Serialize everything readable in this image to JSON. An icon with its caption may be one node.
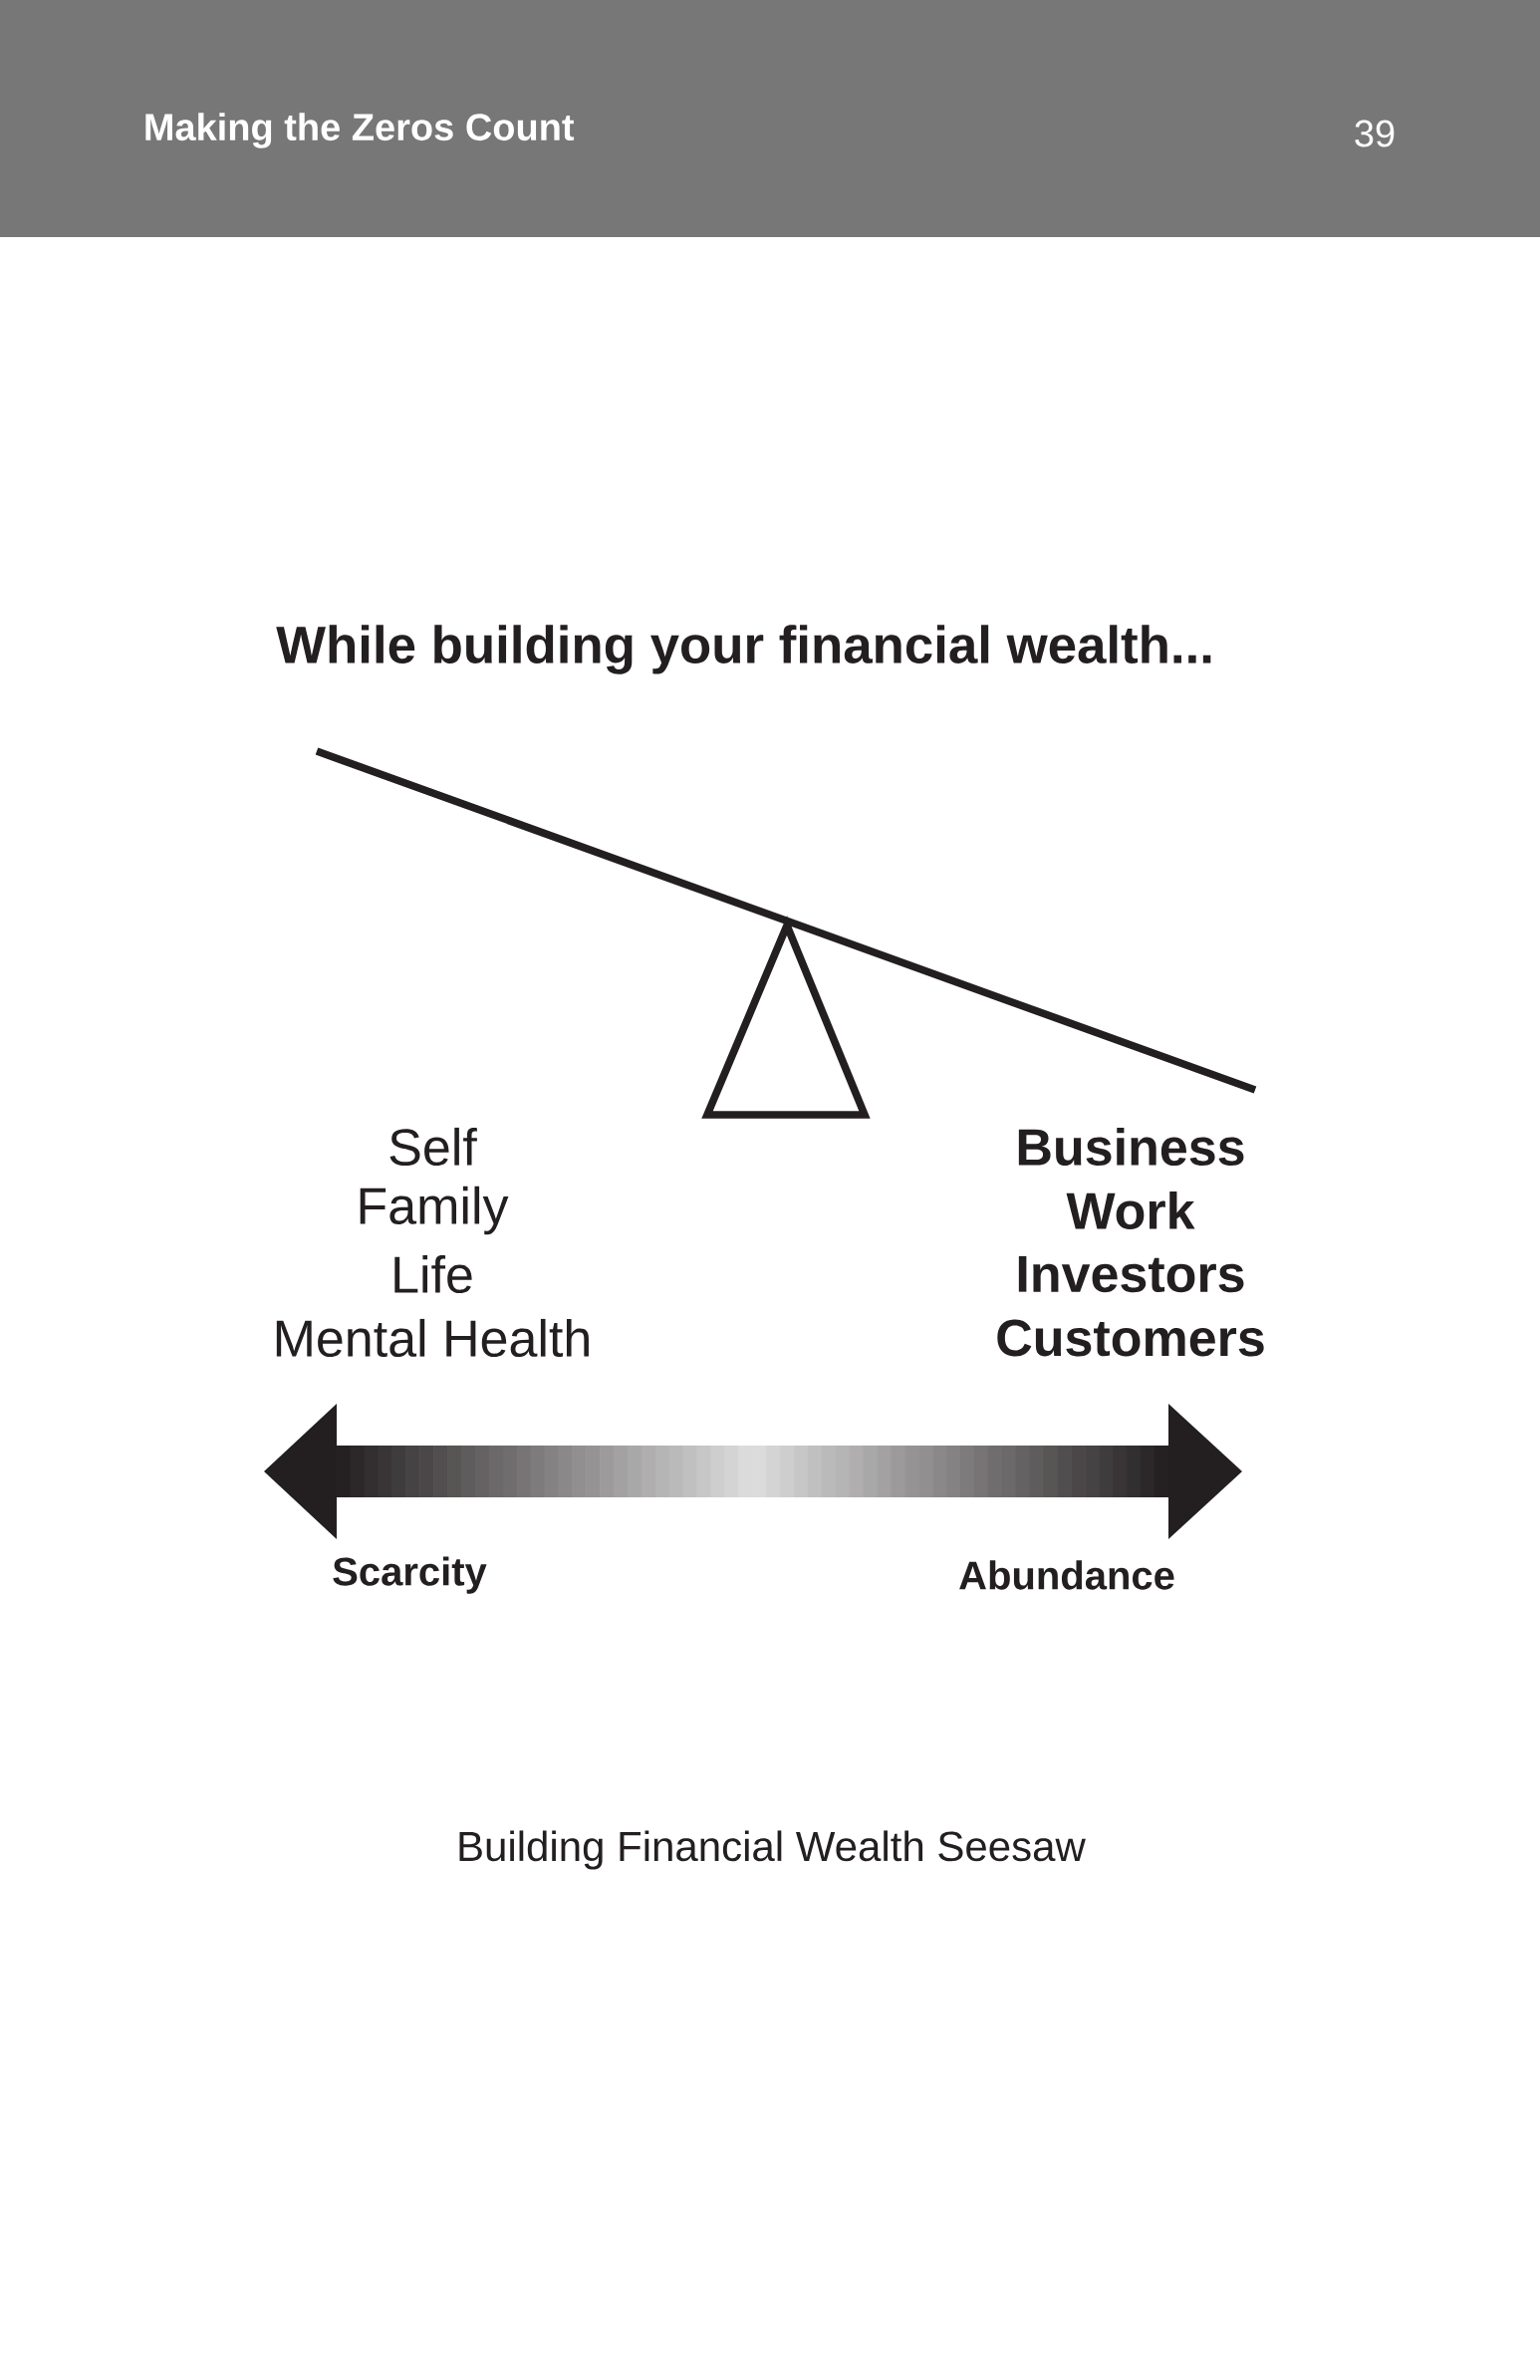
{
  "diagram": {
    "title": "While building your financial wealth...",
    "caption": "Building Financial Wealth Seesaw",
    "labels": [
      "Making the Zeros Count",
      "39",
      "Self",
      "Family",
      "Life",
      "Mental Health",
      "Business",
      "Work",
      "Investors",
      "Customers",
      "Scarcity",
      "Abundance"
    ]
  }
}
